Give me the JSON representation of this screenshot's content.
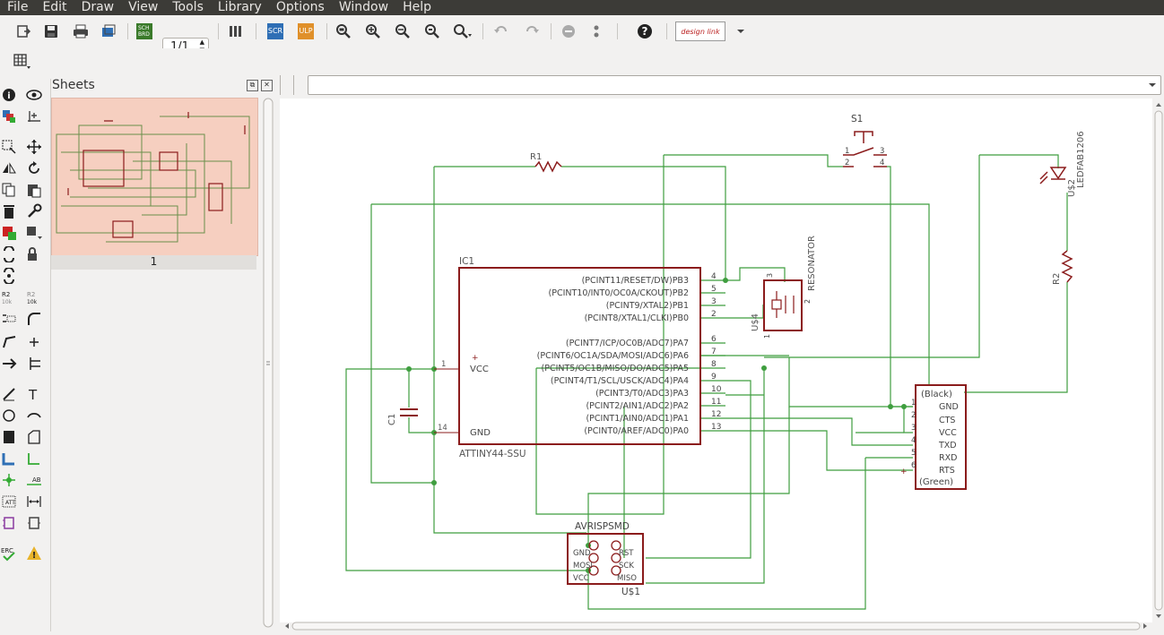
{
  "menu": [
    "File",
    "Edit",
    "Draw",
    "View",
    "Tools",
    "Library",
    "Options",
    "Window",
    "Help"
  ],
  "toolbar": {
    "sheet_value": "1/1",
    "sch_brd_label": "SCH BRD",
    "scr_label": "SCR",
    "ulp_label": "ULP",
    "designlink_label": "design link"
  },
  "icons": {
    "toolbar": [
      "open-icon",
      "save-icon",
      "print-icon",
      "cam-icon",
      "sch-brd-switch-icon",
      "zoom-fit-icon",
      "zoom-in-icon",
      "zoom-out-icon",
      "zoom-redraw-icon",
      "zoom-select-icon",
      "undo-icon",
      "redo-icon",
      "stop-icon",
      "go-icon",
      "help-icon"
    ],
    "grid": "grid-icon"
  },
  "sheets": {
    "title": "Sheets",
    "items": [
      {
        "label": "1"
      }
    ]
  },
  "schematic": {
    "ic1": {
      "name": "IC1",
      "value": "ATTINY44-SSU",
      "left_pins": [
        {
          "num": "1",
          "label": "VCC"
        },
        {
          "num": "14",
          "label": "GND"
        }
      ],
      "right_pins": [
        {
          "num": "4",
          "label": "(PCINT11/RESET/DW)PB3"
        },
        {
          "num": "5",
          "label": "(PCINT10/INT0/OC0A/CKOUT)PB2"
        },
        {
          "num": "3",
          "label": "(PCINT9/XTAL2)PB1"
        },
        {
          "num": "2",
          "label": "(PCINT8/XTAL1/CLKI)PB0"
        },
        {
          "num": "6",
          "label": "(PCINT7/ICP/OC0B/ADC7)PA7"
        },
        {
          "num": "7",
          "label": "(PCINT6/OC1A/SDA/MOSI/ADC6)PA6"
        },
        {
          "num": "8",
          "label": "(PCINT5/OC1B/MISO/DO/ADC5)PA5"
        },
        {
          "num": "9",
          "label": "(PCINT4/T1/SCL/USCK/ADC4)PA4"
        },
        {
          "num": "10",
          "label": "(PCINT3/T0/ADC3)PA3"
        },
        {
          "num": "11",
          "label": "(PCINT2/AIN1/ADC2)PA2"
        },
        {
          "num": "12",
          "label": "(PCINT1/AIN0/ADC1)PA1"
        },
        {
          "num": "13",
          "label": "(PCINT0/AREF/ADC0)PA0"
        }
      ]
    },
    "r1": "R1",
    "r2": "R2",
    "c1": "C1",
    "s1": {
      "name": "S1",
      "pins": [
        "1",
        "2",
        "3",
        "4"
      ]
    },
    "resonator": {
      "value": "RESONATOR",
      "name": "U$4",
      "pins": [
        "1",
        "2",
        "3"
      ]
    },
    "led": {
      "name": "U$2",
      "value": "LEDFAB1206"
    },
    "avr": {
      "value": "AVRISPSMD",
      "name": "U$1",
      "left": [
        "GND",
        "MOSI",
        "VCC"
      ],
      "right": [
        "RST",
        "SCK",
        "MISO"
      ]
    },
    "ftdi": {
      "top": "(Black)",
      "bottom": "(Green)",
      "pins": [
        {
          "num": "1",
          "label": "GND"
        },
        {
          "num": "2",
          "label": "CTS"
        },
        {
          "num": "3",
          "label": "VCC"
        },
        {
          "num": "4",
          "label": "TXD"
        },
        {
          "num": "5",
          "label": "RXD"
        },
        {
          "num": "6",
          "label": "RTS"
        }
      ]
    }
  },
  "colors": {
    "part": "#8b1c1c",
    "wire": "#3f9e3f",
    "sheet_bg": "#f6cfc0",
    "menubar": "#3c3b37"
  }
}
